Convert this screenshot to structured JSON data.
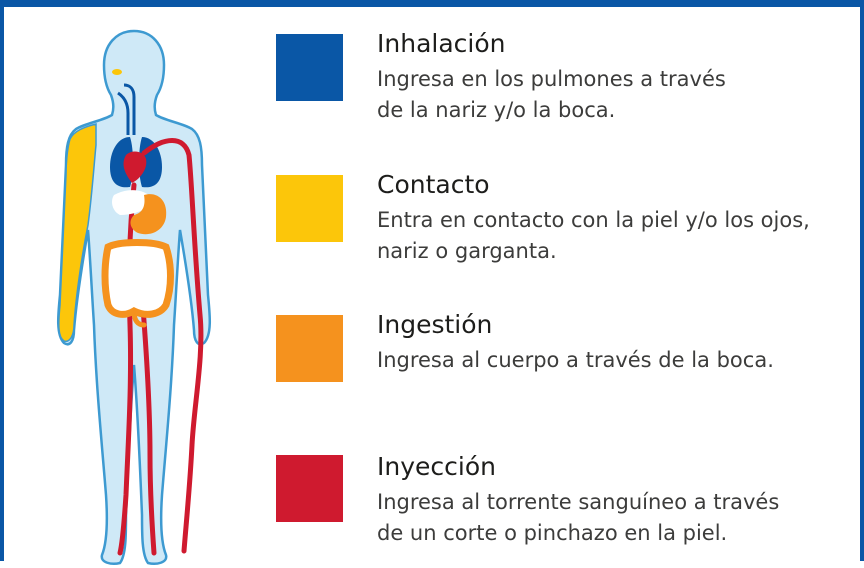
{
  "colors": {
    "frame": "#0a57a6",
    "body_fill": "#cfe9f7",
    "body_outline": "#3d9ad1",
    "inhalation": "#0a57a6",
    "contact": "#fcc60a",
    "ingestion": "#f5921e",
    "injection": "#cf1a2f"
  },
  "routes": [
    {
      "name": "Inhalación",
      "color": "#0a57a6",
      "desc_lines": [
        "Ingresa en los pulmones a través",
        "de la nariz y/o la boca."
      ]
    },
    {
      "name": "Contacto",
      "color": "#fcc60a",
      "desc_lines": [
        "Entra en contacto con la piel y/o los ojos,",
        "nariz o garganta."
      ]
    },
    {
      "name": "Ingestión",
      "color": "#f5921e",
      "desc_lines": [
        "Ingresa al cuerpo a través de la boca."
      ]
    },
    {
      "name": "Inyección",
      "color": "#cf1a2f",
      "desc_lines": [
        "Ingresa al torrente sanguíneo a través",
        "de un corte o pinchazo en la piel."
      ]
    }
  ]
}
